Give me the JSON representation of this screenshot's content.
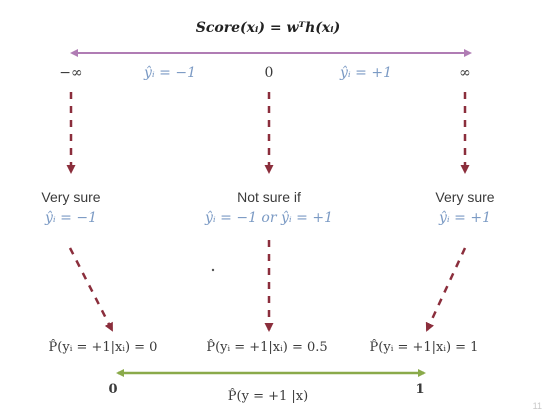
{
  "colors": {
    "top_axis": "#b07cb4",
    "bottom_axis": "#8aaa4a",
    "dashed_arrows": "#8b2e3c",
    "blue_text": "#7b9ac4",
    "dark_text": "#3a3a3a"
  },
  "score_axis": {
    "title": "Score(xᵢ) = wᵀh(xᵢ)",
    "left_label": "−∞",
    "center_label": "0",
    "right_label": "∞",
    "left_region_label": "ŷᵢ = −1",
    "right_region_label": "ŷᵢ = +1"
  },
  "cases": {
    "left": {
      "line1": "Very sure",
      "line2": "ŷᵢ = −1"
    },
    "center": {
      "line1": "Not sure if",
      "line2": "ŷᵢ = −1 or ŷᵢ = +1"
    },
    "right": {
      "line1": "Very sure",
      "line2": "ŷᵢ = +1"
    }
  },
  "probabilities": {
    "left": "P̂(yᵢ = +1|xᵢ) = 0",
    "center": "P̂(yᵢ = +1|xᵢ) = 0.5",
    "right": "P̂(yᵢ = +1|xᵢ) = 1"
  },
  "prob_axis": {
    "left_label": "0",
    "right_label": "1",
    "title": "P̂(y = +1 |x)"
  },
  "slide_number": "11"
}
